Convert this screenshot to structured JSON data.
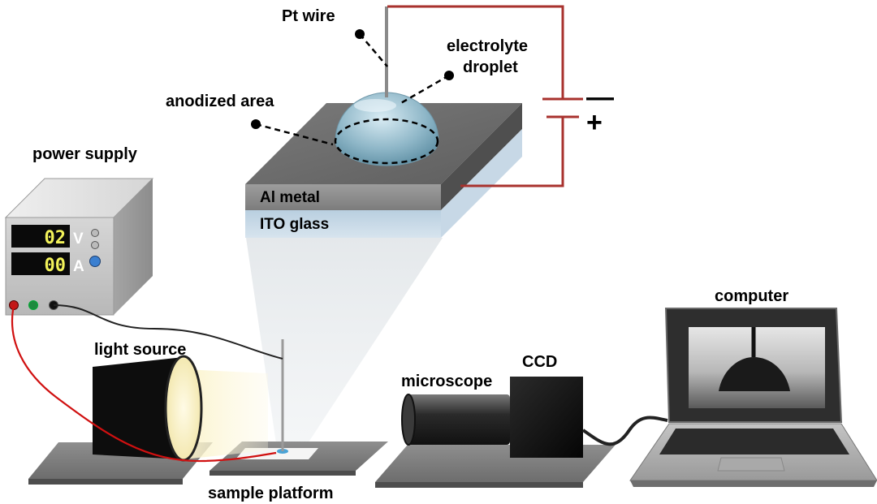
{
  "labels": {
    "pt_wire": "Pt wire",
    "electrolyte_line1": "electrolyte",
    "electrolyte_line2": "droplet",
    "anodized_area": "anodized area",
    "power_supply": "power supply",
    "al_metal": "Al metal",
    "ito_glass": "ITO glass",
    "light_source": "light source",
    "sample_platform": "sample platform",
    "microscope": "microscope",
    "ccd": "CCD",
    "computer": "computer",
    "minus": "—",
    "plus": "+"
  },
  "power_supply_panel": {
    "voltage_display": "02",
    "voltage_unit": "V",
    "current_display": "00",
    "current_unit": "A"
  },
  "colors": {
    "circuit_wire": "#a8322e",
    "probe_wire_red": "#d01010",
    "display_text": "#f2f25a"
  }
}
